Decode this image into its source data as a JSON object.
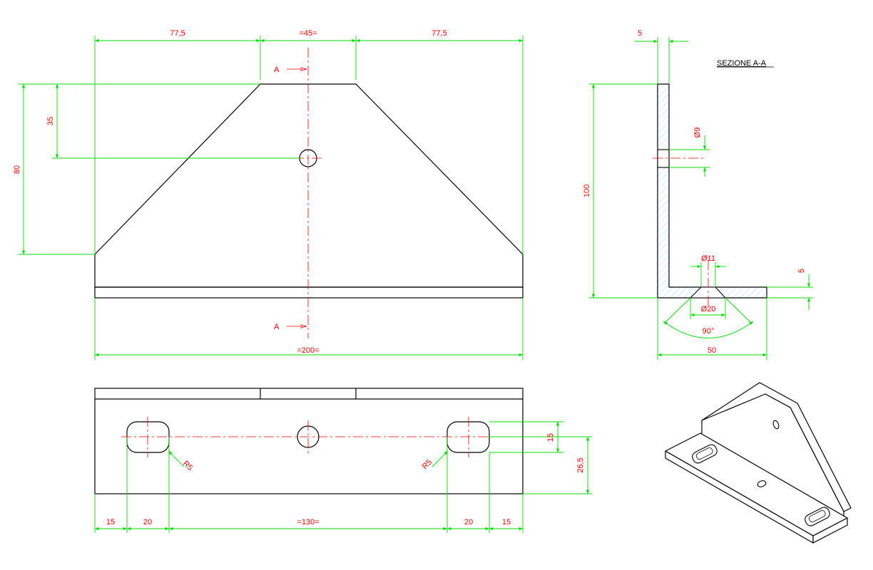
{
  "front_view": {
    "dim_top_left": "77,5",
    "dim_top_mid": "=45=",
    "dim_top_right": "77,5",
    "dim_left_outer": "80",
    "dim_left_inner": "35",
    "dim_bottom": "=200=",
    "section_marker_top": "A",
    "section_marker_bottom": "A"
  },
  "section_view": {
    "title": "SEZIONE A-A",
    "dim_thickness_top": "5",
    "dim_height": "100",
    "dim_hole": "Ø9",
    "dim_countersink_top": "Ø11",
    "dim_countersink_bottom": "Ø20",
    "dim_angle": "90°",
    "dim_thickness_right": "5",
    "dim_width": "50"
  },
  "bottom_view": {
    "slot_radius_left": "R5",
    "slot_radius_right": "R5",
    "dim_slot_height": "15",
    "dim_slot_offset": "26,5",
    "dim_b1": "15",
    "dim_b2": "20",
    "dim_b3": "=130=",
    "dim_b4": "20",
    "dim_b5": "15"
  },
  "colors": {
    "object_lines": "#000000",
    "dimension_lines": "#00dd00",
    "dimension_text": "#ff0000",
    "center_lines": "#ff0000",
    "hatch": "#66cccc"
  }
}
